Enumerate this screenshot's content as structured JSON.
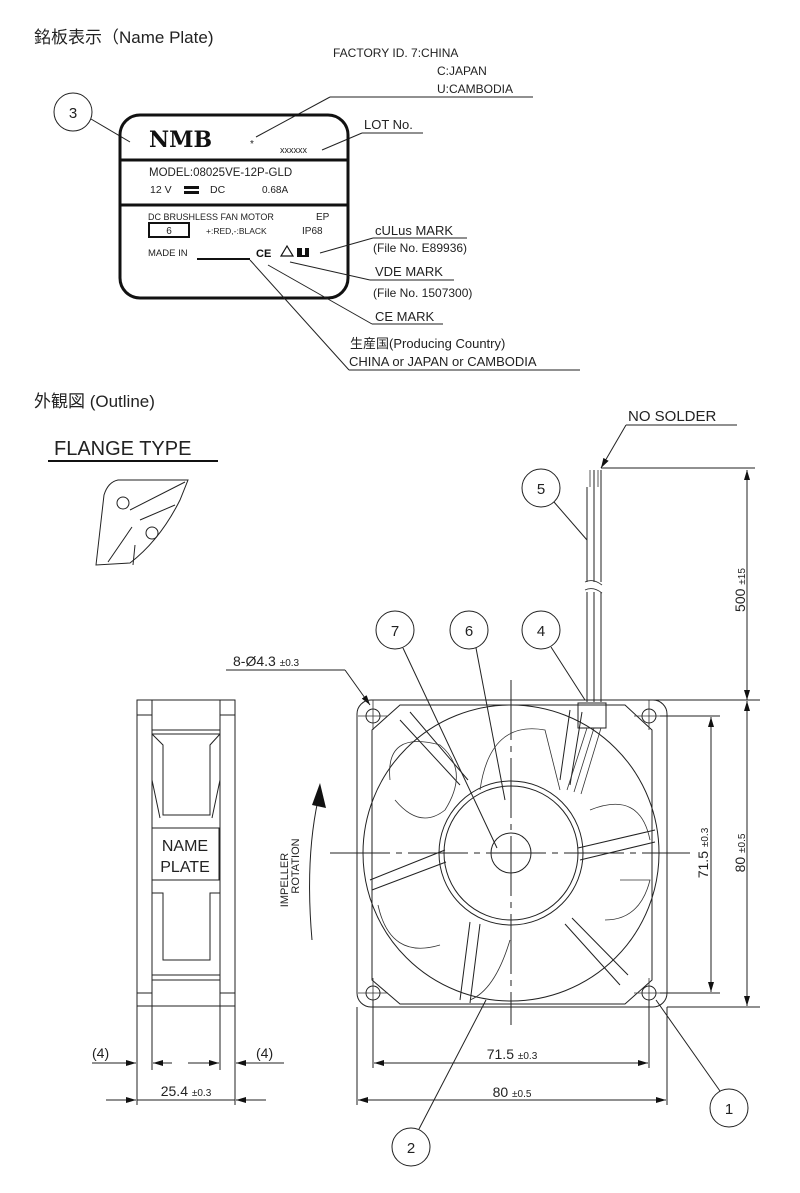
{
  "name_plate_section": {
    "title": "銘板表示（Name Plate)",
    "factory_id_label": "FACTORY ID. 7:CHINA",
    "factory_id_lines": [
      "C:JAPAN",
      "U:CAMBODIA"
    ],
    "lot_label": "LOT No.",
    "callout_3": "3",
    "plate": {
      "brand": "NMB",
      "star": "*",
      "lot_value": "xxxxxx",
      "model": "MODEL:08025VE-12P-GLD",
      "voltage": "12 V",
      "dc": "DC",
      "current": "0.68A",
      "motor_type": "DC BRUSHLESS FAN MOTOR",
      "ep": "EP",
      "box_value": "6",
      "wire_colors": "+:RED,-:BLACK",
      "ip": "IP68",
      "made_in": "MADE IN",
      "ce_symbol": "CE"
    },
    "culus_mark": "cULus MARK",
    "culus_file": "(File No. E89936)",
    "vde_mark": "VDE MARK",
    "vde_file": "(File No. 1507300)",
    "ce_mark": "CE MARK",
    "producing_country_label": "生産国(Producing Country)",
    "producing_country_value": "CHINA or JAPAN or CAMBODIA"
  },
  "outline_section": {
    "title": "外観図 (Outline)",
    "flange_type": "FLANGE TYPE",
    "no_solder": "NO SOLDER",
    "hole_spec": "8-Ø4.3",
    "hole_tol": "±0.3",
    "name_plate_box": [
      "NAME",
      "PLATE"
    ],
    "rotation_label": [
      "IMPELLER",
      "ROTATION"
    ],
    "callouts": [
      "1",
      "2",
      "4",
      "5",
      "6",
      "7"
    ],
    "dimensions": {
      "lead_length": "500",
      "lead_tol": "±15",
      "hole_pitch_v": "71.5",
      "hole_pitch_v_tol": "±0.3",
      "frame_v": "80",
      "frame_v_tol": "±0.5",
      "hole_pitch_h": "71.5",
      "hole_pitch_h_tol": "±0.3",
      "frame_h": "80",
      "frame_h_tol": "±0.5",
      "depth": "25.4",
      "depth_tol": "±0.3",
      "flange_left": "(4)",
      "flange_right": "(4)"
    }
  }
}
